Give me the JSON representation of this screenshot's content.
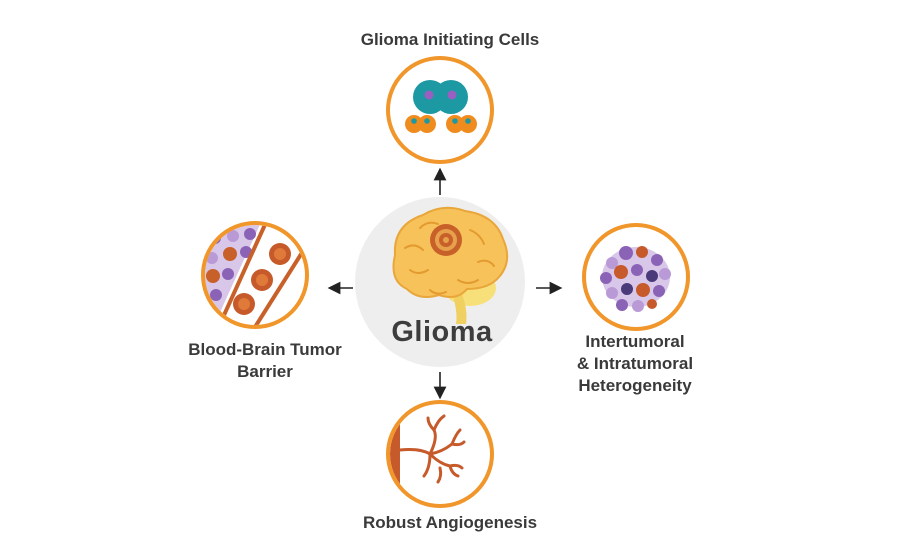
{
  "center": {
    "title": "Glioma",
    "icon": "brain-with-tumor-icon"
  },
  "nodes": {
    "top": {
      "lines": [
        "Glioma Initiating Cells"
      ],
      "icon": "dividing-cells-icon"
    },
    "left": {
      "lines": [
        "Blood-Brain Tumor",
        "Barrier"
      ],
      "icon": "blood-vessel-cells-icon"
    },
    "right": {
      "lines": [
        "Intertumoral",
        "& Intratumoral",
        "Heterogeneity"
      ],
      "icon": "tumor-cell-cluster-icon"
    },
    "bottom": {
      "lines": [
        "Robust Angiogenesis"
      ],
      "icon": "branching-vessel-icon"
    }
  },
  "colors": {
    "ring": "#f0962a",
    "center_bg": "#eeeeee",
    "arrow": "#222222",
    "brain": "#f7c25a",
    "tumor": "#c8602a",
    "teal": "#1c99a3",
    "purple": "#8b63b6",
    "red_cell": "#c65a2a"
  }
}
